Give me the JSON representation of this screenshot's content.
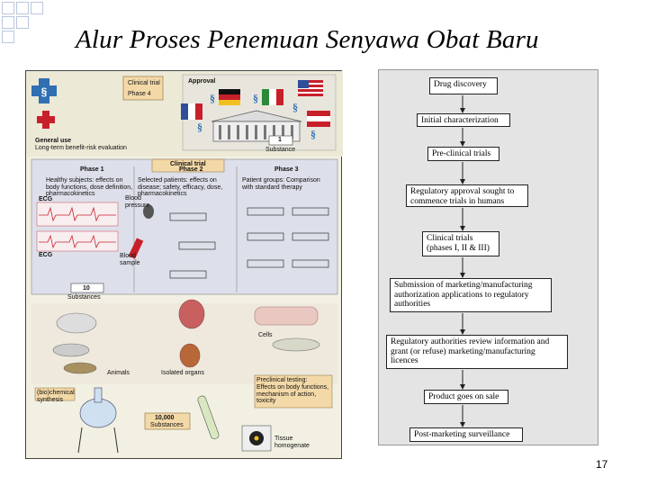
{
  "slide": {
    "title": "Alur Proses Penemuan Senyawa Obat Baru",
    "page_number": "17"
  },
  "left_figure": {
    "clinical_trial_phase4": "Clinical trial",
    "phase4": "Phase 4",
    "approval": "Approval",
    "general_use": "General use",
    "benefit_risk": "Long-term benefit-risk evaluation",
    "substance_count_1": "1",
    "substance_1_label": "Substance",
    "clinical_trial_header": "Clinical trial",
    "phase1": "Phase 1",
    "phase2": "Phase 2",
    "phase3": "Phase 3",
    "phase1_desc": "Healthy subjects: effects on body functions, dose definition, pharmacokinetics",
    "phase2_desc": "Selected patients: effects on disease; safety, efficacy, dose, pharmacokinetics",
    "phase3_desc": "Patient groups: Comparison with standard therapy",
    "ecg_top": "ECG",
    "ecg_bottom": "ECG",
    "blood_pressure": "Blood pressure",
    "blood_sample": "Blood sample",
    "substance_count_10": "10",
    "substances_label": "Substances",
    "cells": "Cells",
    "animals": "Animals",
    "isolated_organs": "Isolated organs",
    "preclinical_testing": "Preclinical testing:",
    "preclinical_desc": "Effects on body functions, mechanism of action, toxicity",
    "synthesis": "(bio)chemical synthesis",
    "substance_count_10000": "10,000",
    "substances_label_2": "Substances",
    "tissue": "Tissue homogenate"
  },
  "flowchart": {
    "steps": [
      "Drug discovery",
      "Initial characterization",
      "Pre-clinical trials",
      "Regulatory approval sought to commence trials in humans",
      "Clinical trials (phases I, II & III)",
      "Submission of marketing/manufacturing authorization applications to regulatory authorities",
      "Regulatory authorities review information and grant (or refuse) marketing/manufacturing licences",
      "Product goes on sale",
      "Post-marketing surveillance"
    ]
  },
  "colors": {
    "panel_bg": "#f2f0e2",
    "flow_bg": "#e4e4e4",
    "phase_bg": "#dde0ea",
    "accent_red": "#c8202a",
    "accent_blue": "#2f6fb2",
    "label_box": "#f3d9a8"
  }
}
